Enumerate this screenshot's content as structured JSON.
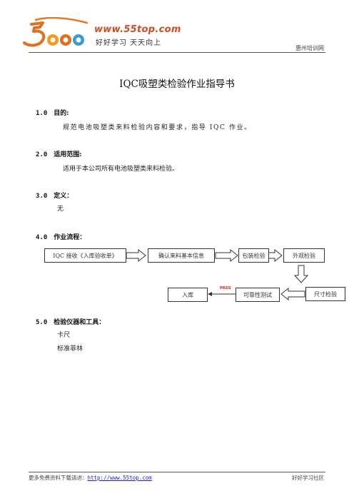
{
  "header": {
    "logo_url": "www.55top.com",
    "logo_slogan": "好好学习 天天向上",
    "site_name": "惠州培训网"
  },
  "title": "IQC吸塑类检验作业指导书",
  "sections": [
    {
      "num": "1.0",
      "label": "目的:",
      "lines": [
        "规范电池吸塑类来料检验内容和要求，指导 IQC 作业。"
      ]
    },
    {
      "num": "2.0",
      "label": "适用范围:",
      "lines": [
        "适用于本公司所有电池吸塑类来料检验。"
      ]
    },
    {
      "num": "3.0",
      "label": "定义：",
      "lines": [
        "无"
      ]
    },
    {
      "num": "4.0",
      "label": "作业流程：",
      "lines": []
    },
    {
      "num": "5.0",
      "label": "检验仪器和工具：",
      "lines": [
        "卡尺",
        "标准菲林"
      ]
    }
  ],
  "flow": {
    "steps": [
      "IQC 接收《入库验收单》",
      "确认来料基本信息",
      "包装检验",
      "外观检验",
      "尺寸检验",
      "可靠性测试",
      "入库"
    ],
    "pass_label": "PASS"
  },
  "footer": {
    "left_text": "更多免费资料下载请进：",
    "link": "http://www.55top.com",
    "right_text": "好好学习社区"
  },
  "colors": {
    "logo_accent": "#d24a1e",
    "link": "#1a1acc",
    "pass": "#dd2222"
  }
}
